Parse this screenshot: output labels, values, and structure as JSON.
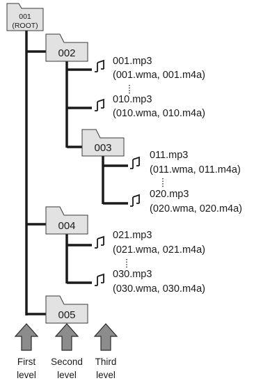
{
  "root": {
    "line1": "001",
    "line2": "(ROOT)"
  },
  "folders": [
    {
      "id": "002",
      "label": "002"
    },
    {
      "id": "003",
      "label": "003"
    },
    {
      "id": "004",
      "label": "004"
    },
    {
      "id": "005",
      "label": "005"
    }
  ],
  "files": [
    {
      "name": "001.mp3",
      "alt": "(001.wma, 001.m4a)"
    },
    {
      "name": "010.mp3",
      "alt": "(010.wma, 010.m4a)"
    },
    {
      "name": "011.mp3",
      "alt": "(011.wma, 011.m4a)"
    },
    {
      "name": "020.mp3",
      "alt": "(020.wma, 020.m4a)"
    },
    {
      "name": "021.mp3",
      "alt": "(021.wma, 021.m4a)"
    },
    {
      "name": "030.mp3",
      "alt": "(030.wma, 030.m4a)"
    }
  ],
  "levels": [
    {
      "line1": "First",
      "line2": "level"
    },
    {
      "line1": "Second",
      "line2": "level"
    },
    {
      "line1": "Third",
      "line2": "level"
    }
  ],
  "colors": {
    "folder_fill": "#e2e2e2",
    "arrow_fill": "#8c8c8c",
    "line": "#1a1a1a"
  },
  "icons": {
    "folder": "folder-icon",
    "file": "music-note-icon",
    "level": "up-arrow-icon"
  }
}
